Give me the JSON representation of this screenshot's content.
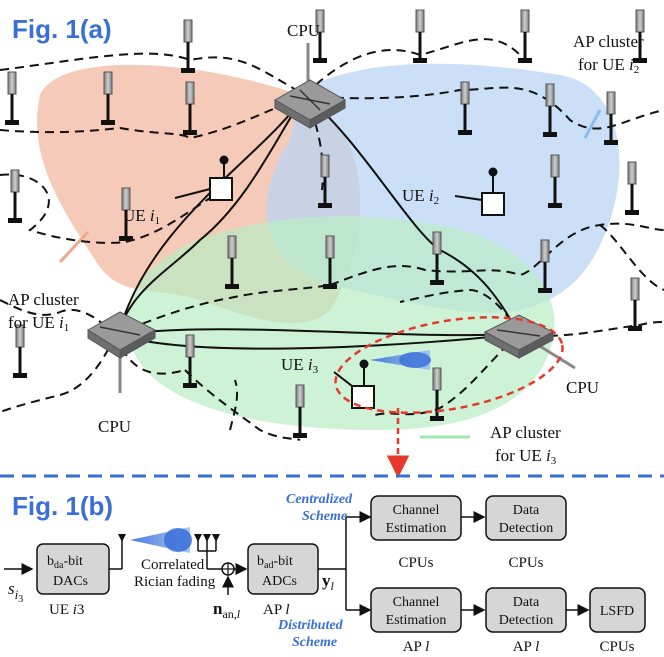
{
  "fig_a": {
    "label": "Fig. 1(a)",
    "cpu_labels": [
      "CPU",
      "CPU",
      "CPU"
    ],
    "clusters": [
      {
        "line1": "AP cluster",
        "line2": "for UE ",
        "ue": "i",
        "sub": "1",
        "color": "#f3b8a0"
      },
      {
        "line1": "AP cluster",
        "line2": "for UE ",
        "ue": "i",
        "sub": "2",
        "color": "#b9d4f4"
      },
      {
        "line1": "AP cluster",
        "line2": "for UE ",
        "ue": "i",
        "sub": "3",
        "color": "#b9ecc4"
      }
    ],
    "ues": [
      {
        "prefix": "UE ",
        "name": "i",
        "sub": "1"
      },
      {
        "prefix": "UE ",
        "name": "i",
        "sub": "2"
      },
      {
        "prefix": "UE ",
        "name": "i",
        "sub": "3"
      }
    ]
  },
  "fig_b": {
    "label": "Fig. 1(b)",
    "signal": {
      "s": "s",
      "sub": "i",
      "subsub": "3"
    },
    "dac": {
      "pre": "b",
      "sub": "da",
      "post": "-bit",
      "line2": "DACs",
      "caption": "UE ",
      "caption_i": "i",
      "caption_n": "3"
    },
    "channel": {
      "line1": "Correlated",
      "line2": "Rician fading"
    },
    "noise": {
      "n": "n",
      "sub": "an,",
      "l": "l"
    },
    "adc": {
      "pre": "b",
      "sub": "ad",
      "post": "-bit",
      "line2": "ADCs",
      "caption": "AP ",
      "caption_l": "l"
    },
    "y": {
      "y": "y",
      "sub": "l"
    },
    "centralized": {
      "line1": "Centralized",
      "line2": "Scheme"
    },
    "distributed": {
      "line1": "Distributed",
      "line2": "Scheme"
    },
    "boxes": {
      "ce_top": {
        "line1": "Channel",
        "line2": "Estimation",
        "caption": "CPUs"
      },
      "dd_top": {
        "line1": "Data",
        "line2": "Detection",
        "caption": "CPUs"
      },
      "ce_bot": {
        "line1": "Channel",
        "line2": "Estimation",
        "caption": "AP ",
        "caption_l": "l"
      },
      "dd_bot": {
        "line1": "Data",
        "line2": "Detection",
        "caption": "AP ",
        "caption_l": "l"
      },
      "lsfd": {
        "line1": "LSFD",
        "caption": "CPUs"
      }
    }
  },
  "colors": {
    "accent": "#3a6fd8",
    "highlight": "#e53a2b",
    "box_fill": "#d6d6d6"
  }
}
